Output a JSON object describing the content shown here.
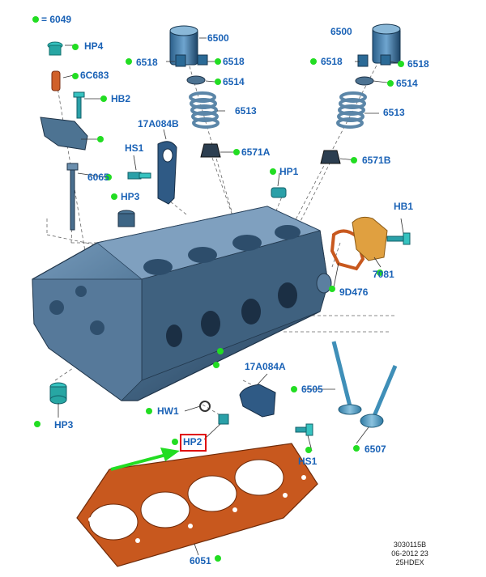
{
  "legend": {
    "text": "= 6049",
    "dot_color": "#22dd22"
  },
  "colors": {
    "label": "#1a62b6",
    "marker": "#22dd22",
    "highlight": "#e00000",
    "arrow": "#22dd22",
    "head": "#4a6f8f",
    "gasket": "#c8581e",
    "bracket": "#e0a040",
    "valve": "#3f8fb8",
    "teal_part": "#2aa0a8"
  },
  "labels": {
    "hp4": "HP4",
    "p6c683": "6C683",
    "hb2": "HB2",
    "p6065": "6065",
    "p17a084b": "17A084B",
    "hs1_top": "HS1",
    "hp3_top": "HP3",
    "p6500_left": "6500",
    "p6518_ll": "6518",
    "p6518_lr": "6518",
    "p6514_left": "6514",
    "p6513_left": "6513",
    "p6571a": "6571A",
    "hp1": "HP1",
    "p6500_right": "6500",
    "p6518_rl": "6518",
    "p6518_rr": "6518",
    "p6514_right": "6514",
    "p6513_right": "6513",
    "p6571b": "6571B",
    "hb1": "HB1",
    "p7081": "7081",
    "p9d476": "9D476",
    "p17a084a": "17A084A",
    "p6505": "6505",
    "hw1": "HW1",
    "hp2": "HP2",
    "hp3_bottom": "HP3",
    "hs1_bottom": "HS1",
    "p6507": "6507",
    "p6051": "6051"
  },
  "footer": {
    "line1": "3030115B",
    "line2": "06-2012 23",
    "line3": "25HDEX"
  },
  "highlight": {
    "target": "HP2"
  }
}
